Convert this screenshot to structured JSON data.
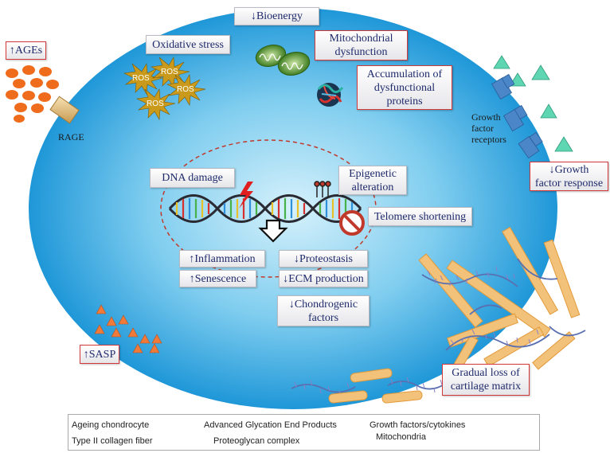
{
  "labels": {
    "bioenergy": "↓Bioenergy",
    "oxidative_stress": "Oxidative stress",
    "mito_dysfunction": "Mitochondrial\ndysfunction",
    "dysfunctional_proteins": "Accumulation of\ndysfunctional\nproteins",
    "ages": "↑AGEs",
    "rage": "RAGE",
    "growth_factor_receptors": "Growth\nfactor\nreceptors",
    "growth_factor_response": "↓Growth\nfactor response",
    "dna_damage": "DNA damage",
    "epigenetic": "Epigenetic\nalteration",
    "telomere": "Telomere shortening",
    "inflammation": "↑Inflammation",
    "senescence": "↑Senescence",
    "proteostasis": "↓Proteostasis",
    "ecm": "↓ECM production",
    "chondrogenic": "↓Chondrogenic\nfactors",
    "sasp": "↑SASP",
    "cartilage_loss": "Gradual loss of\ncartilage matrix",
    "ros": "ROS"
  },
  "legend": {
    "ageing_chondrocyte": "Ageing chondrocyte",
    "ages_full": "Advanced Glycation End Products",
    "growth_factors": "Growth factors/cytokines",
    "collagen": "Type II collagen fiber",
    "proteoglycan": "Proteoglycan complex",
    "mitochondria": "Mitochondria"
  },
  "colors": {
    "cell_center": "#d6f1fb",
    "cell_edge": "#1f97d8",
    "label_text": "#1f2a6b",
    "highlight_border": "#d23a3a",
    "ros": "#c99a1c",
    "ages": "#ef6c1c",
    "growth_factor": "#5fd6b2",
    "receptor": "#4a86c8",
    "sasp": "#f07a3a",
    "collagen": "#f2c27a",
    "mitochondria": "#4f8e2c"
  }
}
